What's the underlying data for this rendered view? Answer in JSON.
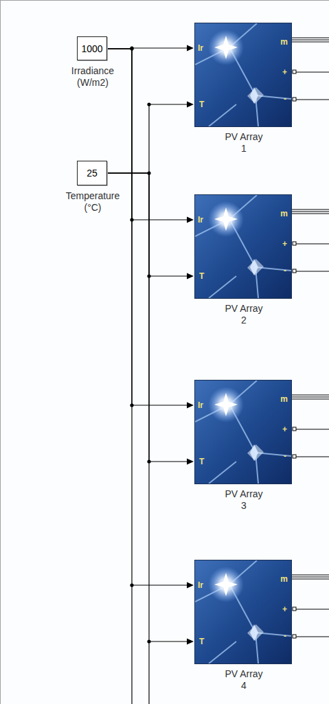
{
  "diagram": {
    "nodes": [
      {
        "text": [
          "1000",
          "Irradiance (W/m2)"
        ]
      },
      {
        "text": [
          "Ir",
          "T",
          "m",
          "+",
          "-",
          "PV Array 1"
        ]
      },
      {
        "text": [
          "25",
          "Temperature (°C)"
        ]
      },
      {
        "text": [
          "Ir",
          "T",
          "m",
          "+",
          "-",
          "PV Array 2"
        ]
      },
      {
        "text": [
          "Ir",
          "T",
          "m",
          "+",
          "-",
          "PV Array 3"
        ]
      },
      {
        "text": [
          "Ir",
          "T",
          "m",
          "+",
          "-",
          "PV Array 4"
        ]
      }
    ],
    "edges": [
      {
        "from": 0,
        "to": 1,
        "arrow": "to"
      },
      {
        "from": 0,
        "to": 3,
        "arrow": "to"
      },
      {
        "from": 0,
        "to": 4,
        "arrow": "to"
      },
      {
        "from": 0,
        "to": 5,
        "arrow": "to"
      },
      {
        "from": 2,
        "to": 1,
        "arrow": "to"
      },
      {
        "from": 2,
        "to": 3,
        "arrow": "to"
      },
      {
        "from": 2,
        "to": 4,
        "arrow": "to"
      },
      {
        "from": 2,
        "to": 5,
        "arrow": "to"
      }
    ]
  }
}
